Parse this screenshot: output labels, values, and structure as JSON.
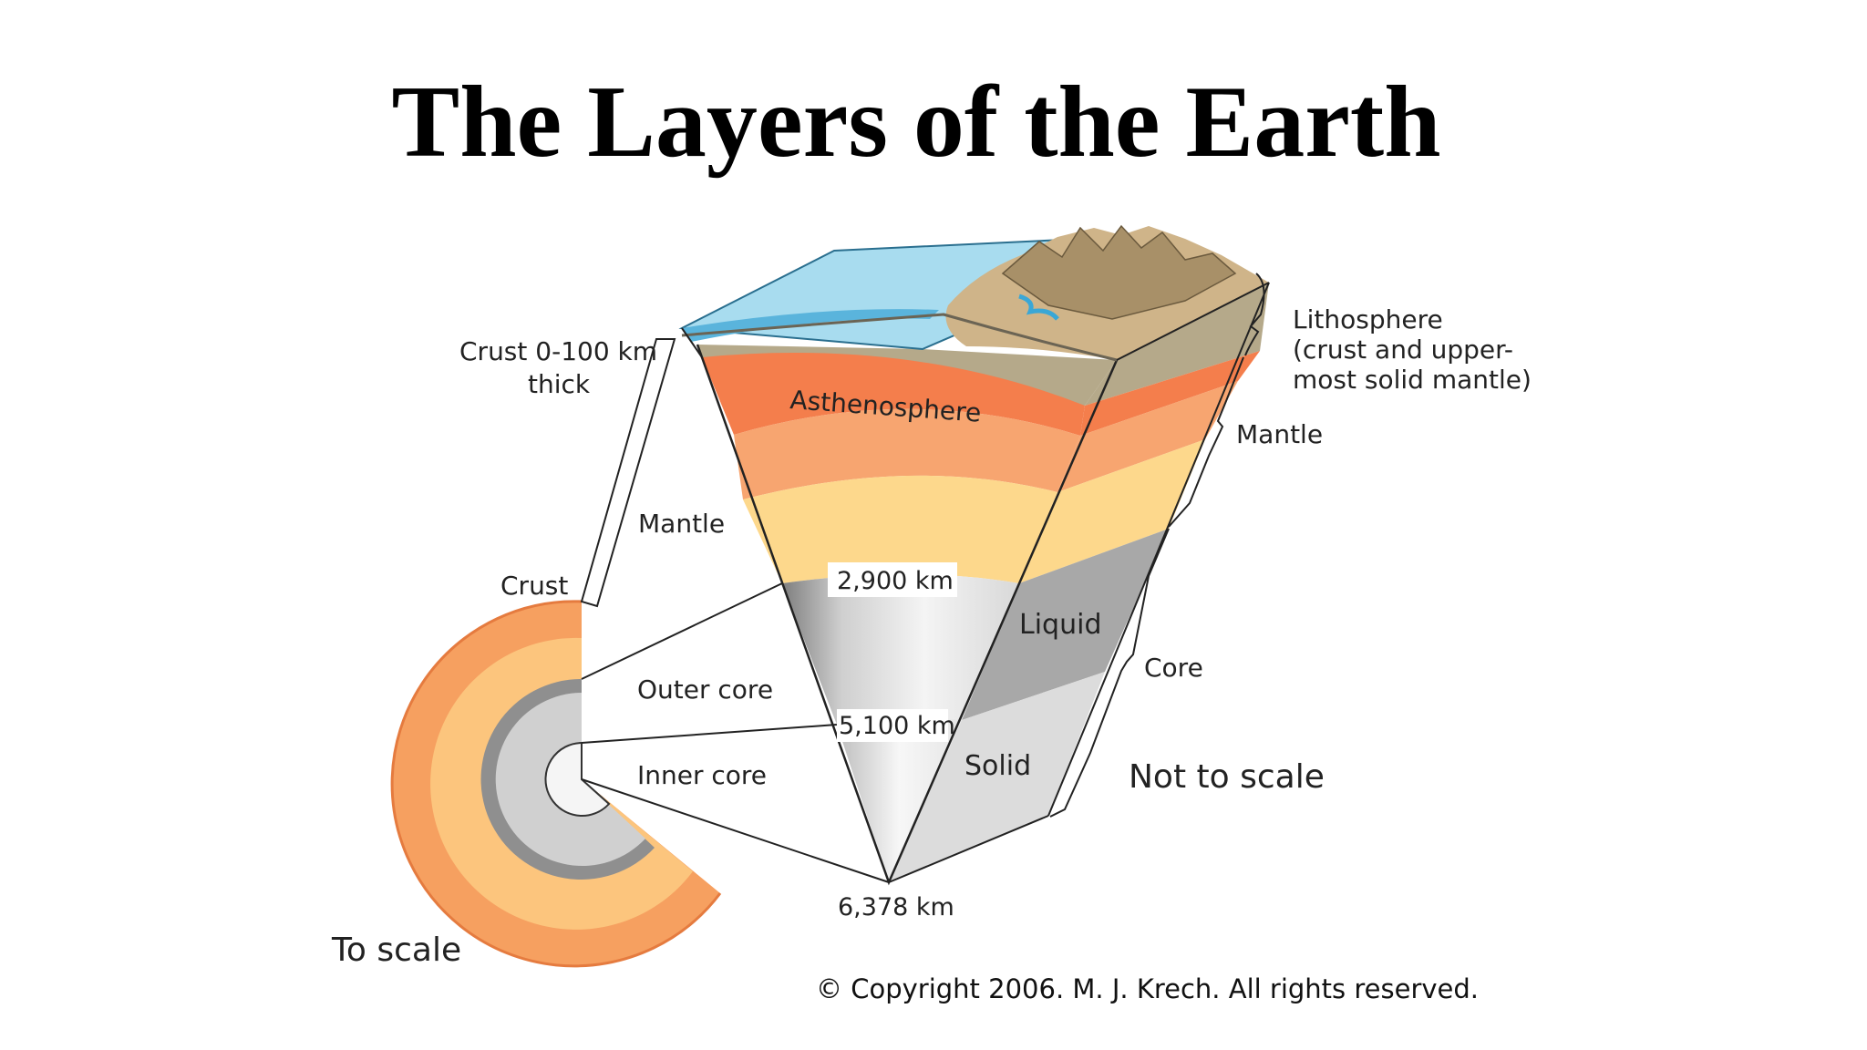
{
  "title": "The Layers of the Earth",
  "labels": {
    "crust_thickness_1": "Crust 0-100 km",
    "crust_thickness_2": "thick",
    "asthenosphere": "Asthenosphere",
    "mantle_left": "Mantle",
    "crust": "Crust",
    "outer_core": "Outer core",
    "inner_core": "Inner core",
    "lithosphere_1": "Lithosphere",
    "lithosphere_2": "(crust and upper-",
    "lithosphere_3": "most solid mantle)",
    "mantle_right": "Mantle",
    "liquid": "Liquid",
    "solid": "Solid",
    "core": "Core",
    "not_to_scale": "Not to scale",
    "to_scale": "To scale",
    "depth_2900": "2,900 km",
    "depth_5100": "5,100 km",
    "depth_6378": "6,378 km"
  },
  "copyright": "© Copyright 2006.  M. J. Krech. All rights reserved.",
  "colors": {
    "ocean": "#a8dcef",
    "asthenosphere": "#f47e4c",
    "mantle_upper": "#f7a570",
    "mantle_lower": "#fdd88c",
    "outer_core": "#8f8f8f",
    "inner_core": "#e2e2e2",
    "land": "#cfb489"
  }
}
